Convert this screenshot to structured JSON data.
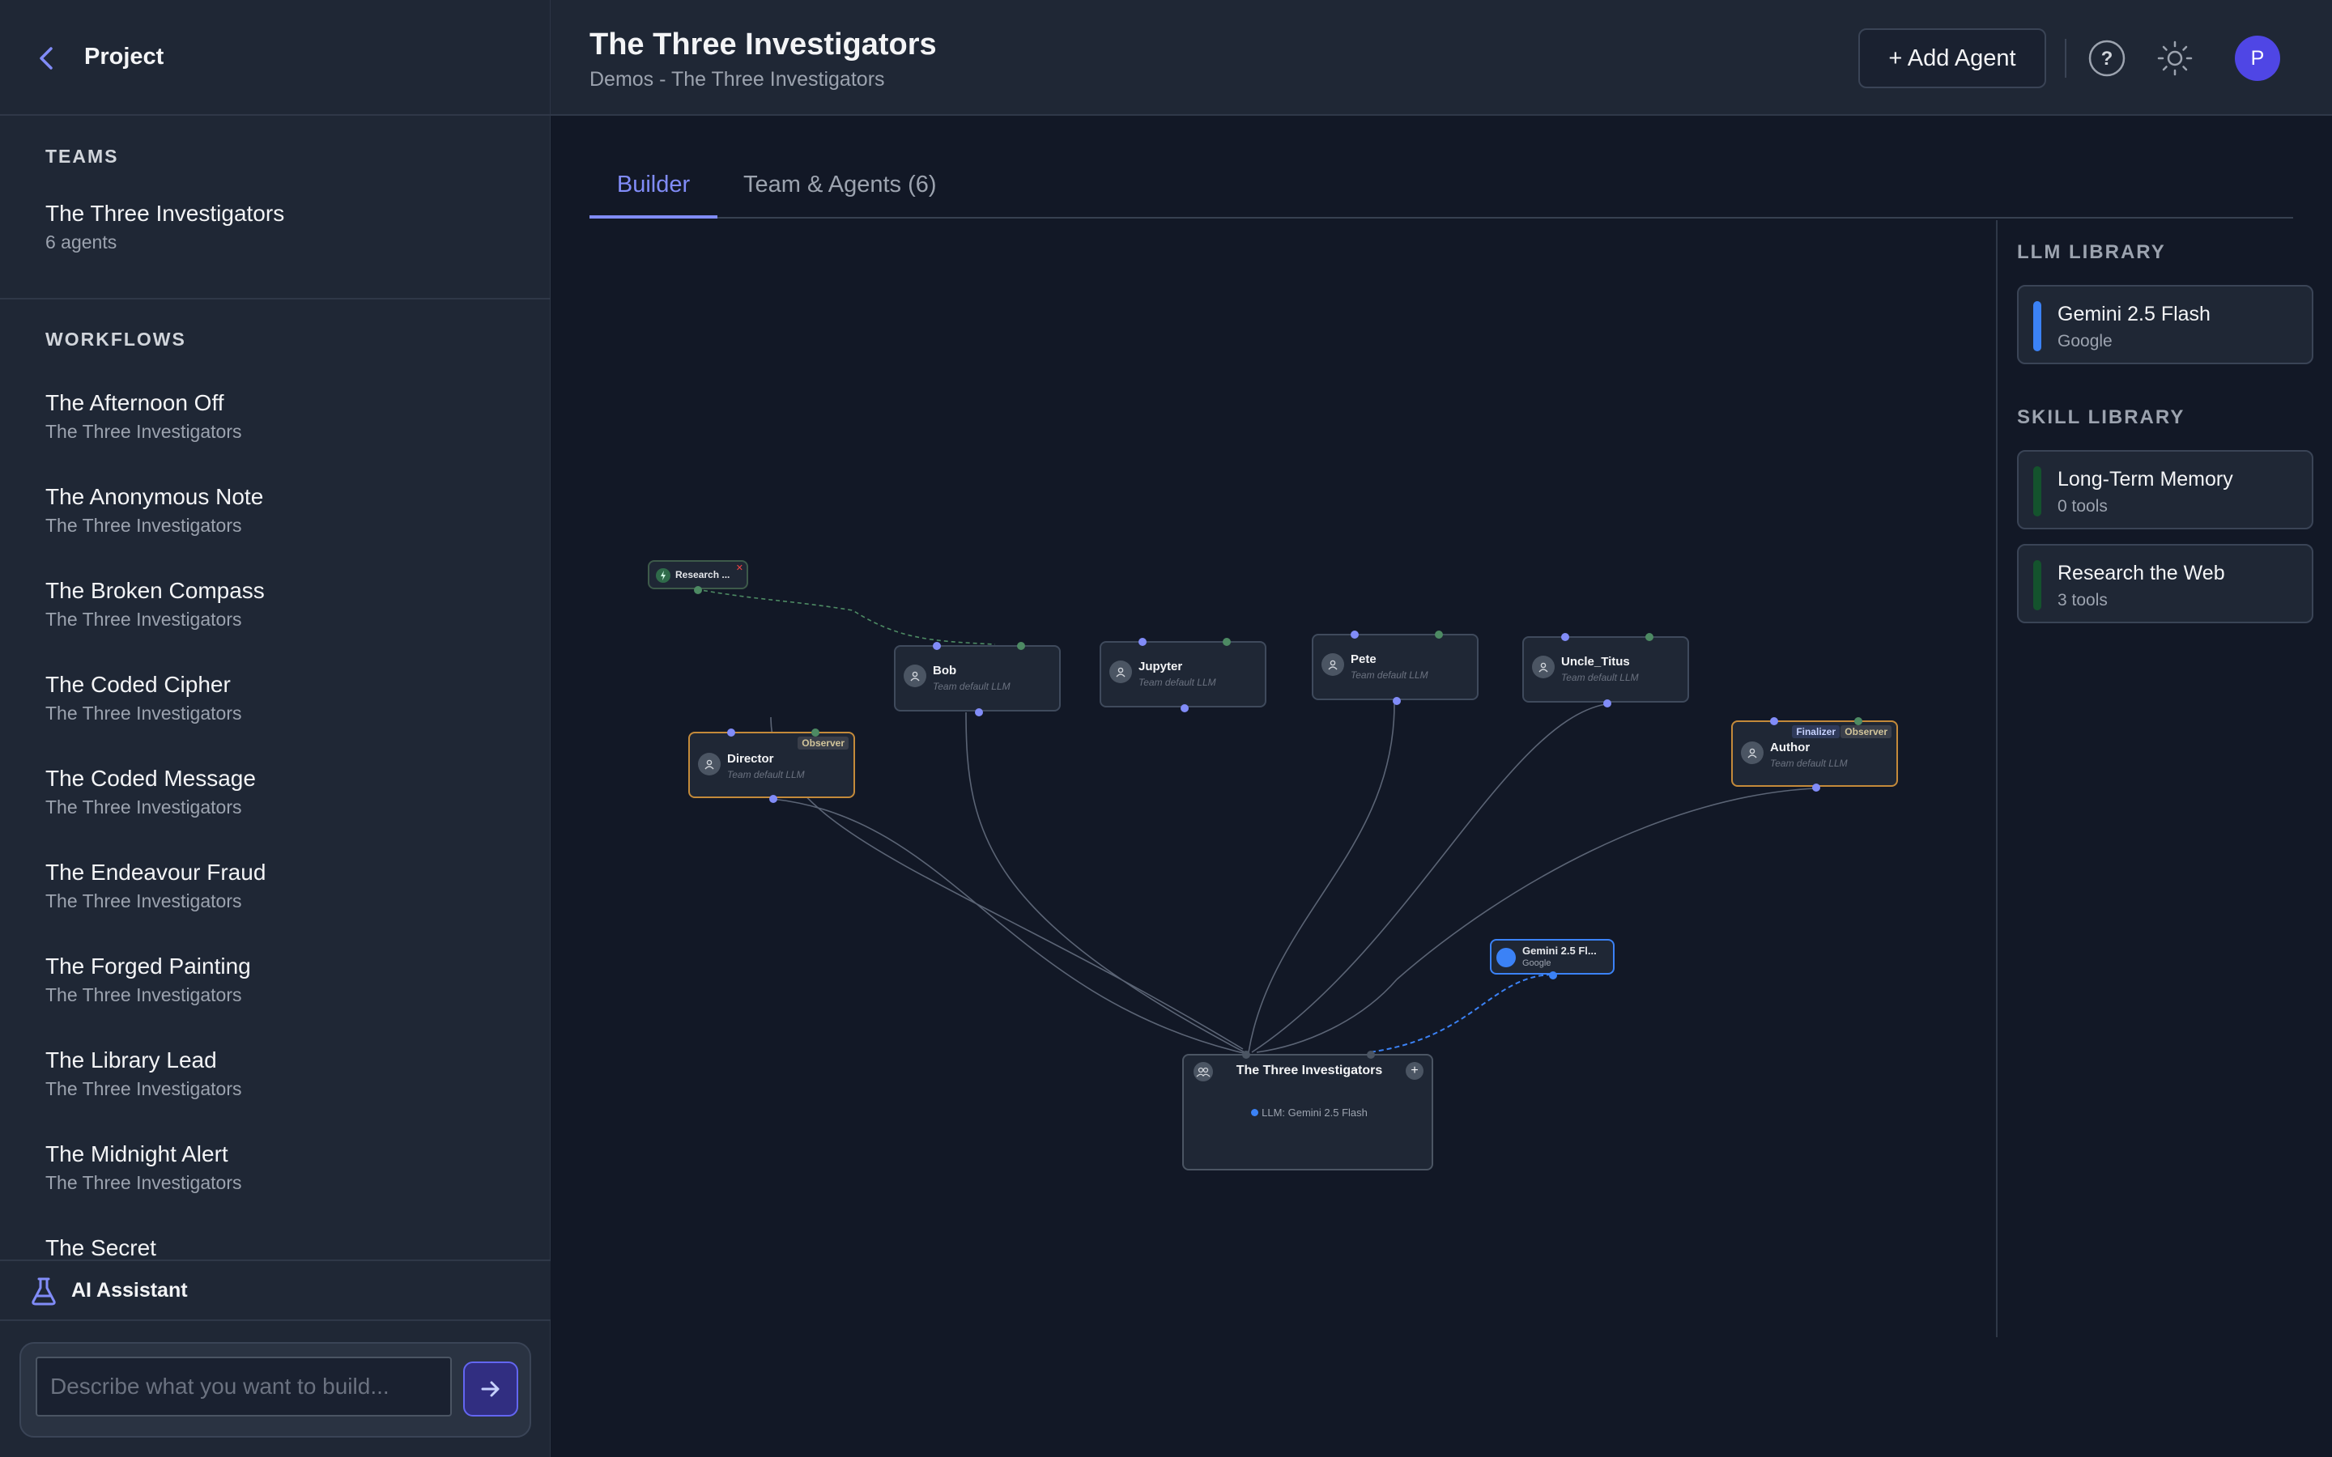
{
  "sidebar": {
    "project_label": "Project",
    "teams_label": "TEAMS",
    "team": {
      "name": "The Three Investigators",
      "count": "6 agents"
    },
    "workflows_label": "WORKFLOWS",
    "workflows": [
      {
        "title": "The Afternoon Off",
        "team": "The Three Investigators"
      },
      {
        "title": "The Anonymous Note",
        "team": "The Three Investigators"
      },
      {
        "title": "The Broken Compass",
        "team": "The Three Investigators"
      },
      {
        "title": "The Coded Cipher",
        "team": "The Three Investigators"
      },
      {
        "title": "The Coded Message",
        "team": "The Three Investigators"
      },
      {
        "title": "The Endeavour Fraud",
        "team": "The Three Investigators"
      },
      {
        "title": "The Forged Painting",
        "team": "The Three Investigators"
      },
      {
        "title": "The Library Lead",
        "team": "The Three Investigators"
      },
      {
        "title": "The Midnight Alert",
        "team": "The Three Investigators"
      },
      {
        "title": "The Secret",
        "team": ""
      }
    ],
    "ai_assistant": {
      "label": "AI Assistant",
      "placeholder": "Describe what you want to build..."
    }
  },
  "header": {
    "title": "The Three Investigators",
    "subtitle": "Demos - The Three Investigators",
    "add_agent": "+ Add Agent",
    "help": "?",
    "avatar": "P"
  },
  "tabs": [
    {
      "label": "Builder",
      "active": true
    },
    {
      "label": "Team & Agents (6)",
      "active": false
    }
  ],
  "canvas": {
    "skill_node": {
      "label": "Research ..."
    },
    "agents": [
      {
        "name": "Bob",
        "sub": "Team default LLM"
      },
      {
        "name": "Jupyter",
        "sub": "Team default LLM"
      },
      {
        "name": "Pete",
        "sub": "Team default LLM"
      },
      {
        "name": "Uncle_Titus",
        "sub": "Team default LLM"
      },
      {
        "name": "Director",
        "sub": "Team default LLM",
        "badges": [
          "Observer"
        ]
      },
      {
        "name": "Author",
        "sub": "Team default LLM",
        "badges": [
          "Finalizer",
          "Observer"
        ]
      }
    ],
    "llm_node": {
      "name": "Gemini 2.5 Fl...",
      "provider": "Google"
    },
    "team_node": {
      "name": "The Three Investigators",
      "llm": "LLM: Gemini 2.5 Flash"
    }
  },
  "library": {
    "llm_label": "LLM LIBRARY",
    "llms": [
      {
        "name": "Gemini 2.5 Flash",
        "provider": "Google",
        "color": "#3b82f6"
      }
    ],
    "skill_label": "SKILL LIBRARY",
    "skills": [
      {
        "name": "Long-Term Memory",
        "tools": "0 tools",
        "color": "#14532d"
      },
      {
        "name": "Research the Web",
        "tools": "3 tools",
        "color": "#14532d"
      }
    ]
  },
  "colors": {
    "accent": "#818cf8",
    "background": "#121826",
    "panel": "#1f2735",
    "observer_border": "#c48a3a"
  }
}
